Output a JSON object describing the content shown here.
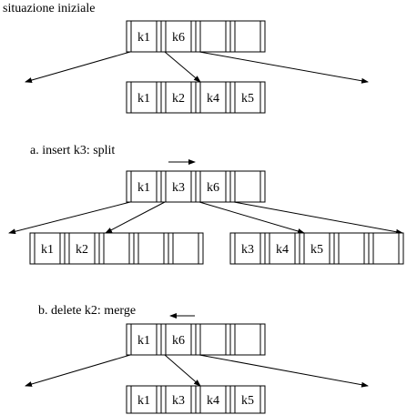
{
  "labels": {
    "initial": "situazione iniziale",
    "step_a": "a.  insert k3: split",
    "step_b": "b.  delete k2: merge"
  },
  "nodes": {
    "initial_root": [
      "k1",
      "k6",
      "",
      ""
    ],
    "initial_child": [
      "k1",
      "k2",
      "k4",
      "k5"
    ],
    "split_root": [
      "k1",
      "k3",
      "k6",
      ""
    ],
    "split_left": [
      "k1",
      "k2",
      "",
      "",
      ""
    ],
    "split_right": [
      "k3",
      "k4",
      "k5",
      "",
      ""
    ],
    "merge_root": [
      "k1",
      "k6",
      "",
      ""
    ],
    "merge_child": [
      "k1",
      "k3",
      "k4",
      "k5"
    ]
  },
  "direction_arrows": {
    "split": "right",
    "merge": "left"
  }
}
